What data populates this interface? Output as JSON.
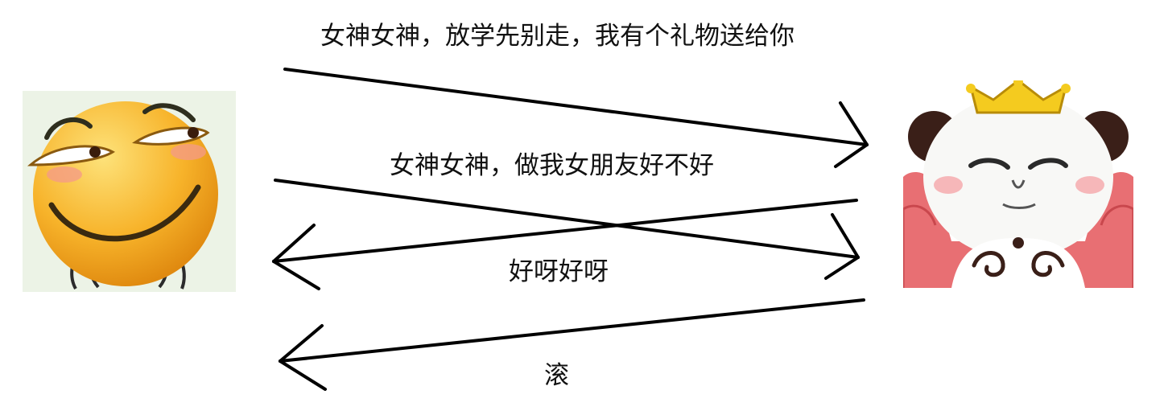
{
  "messages": [
    {
      "id": "msg-1",
      "text": "女神女神，放学先别走，我有个礼物送给你",
      "direction": "left-to-right"
    },
    {
      "id": "msg-2",
      "text": "女神女神，做我女朋友好不好",
      "direction": "left-to-right"
    },
    {
      "id": "msg-3",
      "text": "好呀好呀",
      "direction": "right-to-left"
    },
    {
      "id": "msg-4",
      "text": "滚",
      "direction": "right-to-left"
    }
  ],
  "participants": {
    "left": {
      "icon": "smirking-emoji-icon"
    },
    "right": {
      "icon": "panda-king-meme-icon"
    }
  },
  "colors": {
    "line": "#000000",
    "emoji_face": "#f4a81d",
    "crown": "#f4cb1f",
    "throne": "#e86f73"
  }
}
